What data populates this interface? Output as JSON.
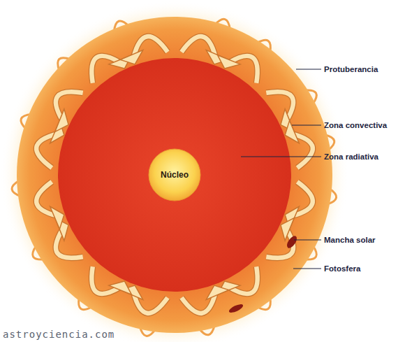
{
  "diagram": {
    "nodes": [
      {
        "text": [
          "Núcleo"
        ]
      }
    ],
    "labels": [
      "Protuberancia",
      "Zona convectiva",
      "Zona radiativa",
      "Mancha solar",
      "Fotosfera",
      "astroyciencia.com"
    ]
  }
}
